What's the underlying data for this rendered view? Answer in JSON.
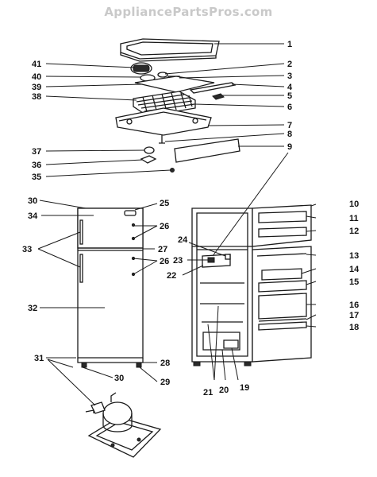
{
  "watermark": "AppliancePartsPros.com",
  "callouts": [
    "1",
    "2",
    "3",
    "4",
    "5",
    "6",
    "7",
    "8",
    "9",
    "10",
    "11",
    "12",
    "13",
    "14",
    "15",
    "16",
    "17",
    "18",
    "19",
    "20",
    "21",
    "22",
    "23",
    "24",
    "25",
    "26",
    "26",
    "27",
    "28",
    "29",
    "30",
    "30",
    "31",
    "32",
    "33",
    "34",
    "35",
    "36",
    "37",
    "38",
    "39",
    "40",
    "41"
  ],
  "colors": {
    "line": "#1a1a1a",
    "background": "#ffffff",
    "watermark": "#c9c9c9"
  }
}
